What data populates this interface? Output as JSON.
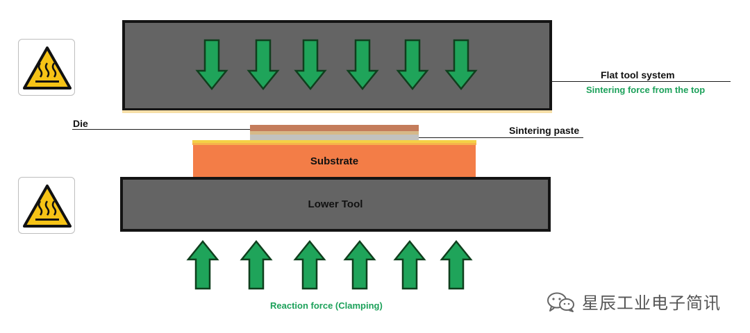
{
  "labels": {
    "flat_tool_system": "Flat tool system",
    "sintering_force_top": "Sintering force from the top",
    "die": "Die",
    "sintering_paste": "Sintering paste",
    "substrate": "Substrate",
    "lower_tool": "Lower Tool",
    "reaction_force": "Reaction force (Clamping)"
  },
  "watermark": {
    "text": "星辰工业电子简讯",
    "icon": "wechat-icon"
  },
  "icons": {
    "heat_warning": "hot-surface-warning-icon"
  },
  "arrows": {
    "top_count": 6,
    "bottom_count": 6,
    "top_direction": "down",
    "bottom_direction": "up"
  },
  "colors": {
    "tool_fill": "#646464",
    "tool_border": "#141414",
    "substrate": "#f37d47",
    "arrow_fill": "#1fa45a",
    "arrow_stroke": "#0f3f1d",
    "green_text": "#1ca15a",
    "warning_yellow": "#f6c316"
  }
}
